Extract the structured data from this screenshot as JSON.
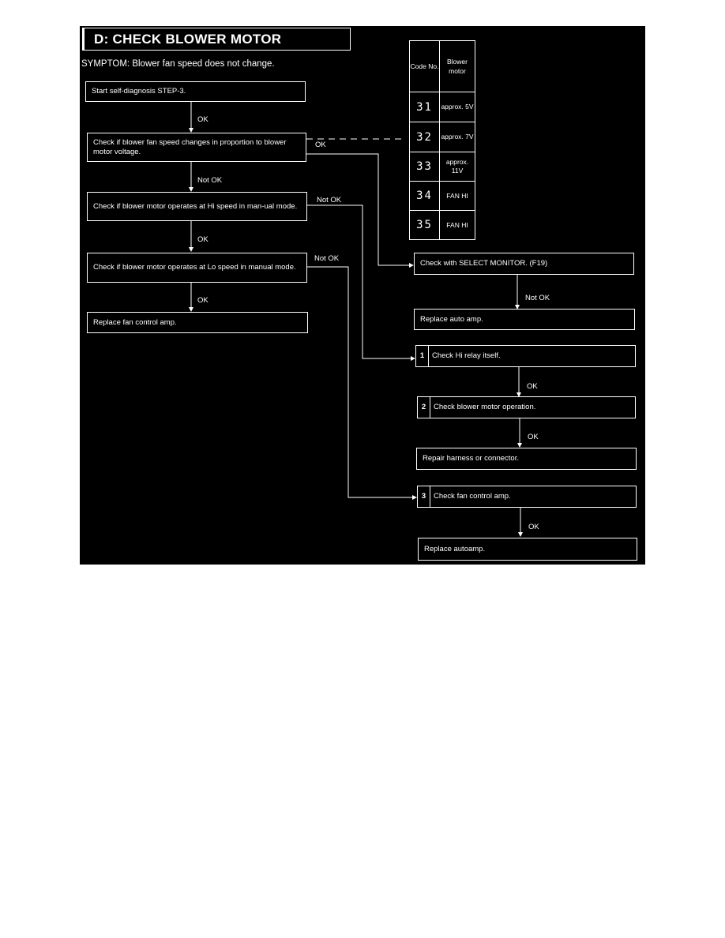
{
  "title": "D:  CHECK BLOWER MOTOR",
  "symptom": "SYMPTOM: Blower fan speed does not change.",
  "boxes": {
    "start": "Start self-diagnosis STEP-3.",
    "check_proportion": "Check if blower fan speed changes in proportion to blower motor voltage.",
    "check_hi": "Check if blower motor operates at Hi speed in man-ual mode.",
    "check_lo": "Check if blower motor operates at Lo speed in manual mode.",
    "replace_fan_amp": "Replace fan control amp.",
    "check_select_monitor": "Check with SELECT MONITOR. (F19)",
    "replace_auto_amp": "Replace auto amp.",
    "check_hi_relay": {
      "num": "1",
      "text": "Check Hi relay itself."
    },
    "check_blower_operation": {
      "num": "2",
      "text": "Check blower motor operation."
    },
    "repair_harness": "Repair harness or connector.",
    "check_fan_amp": {
      "num": "3",
      "text": "Check fan control amp."
    },
    "replace_autoamp": "Replace autoamp."
  },
  "labels": {
    "ok_1": "OK",
    "not_ok_1": "Not  OK",
    "ok_2": "OK",
    "ok_3": "OK",
    "ok_proportion": "OK",
    "not_ok_hi": "Not OK",
    "not_ok_lo": "Not OK",
    "not_ok_monitor": "Not  OK",
    "ok_relay": "OK",
    "ok_operation": "OK",
    "ok_fan_amp": "OK"
  },
  "code_table": {
    "header_code": "Code No.",
    "header_blower": "Blower motor",
    "rows": [
      {
        "code": "31",
        "value": "approx. 5V"
      },
      {
        "code": "32",
        "value": "approx. 7V"
      },
      {
        "code": "33",
        "value": "approx. 11V"
      },
      {
        "code": "34",
        "value": "FAN HI"
      },
      {
        "code": "35",
        "value": "FAN HI"
      }
    ]
  }
}
